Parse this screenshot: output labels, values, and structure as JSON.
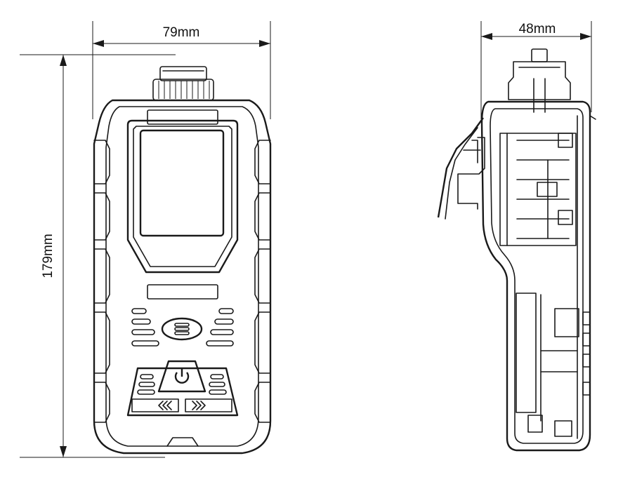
{
  "dimensions": {
    "width_label": "79mm",
    "height_label": "179mm",
    "depth_label": "48mm"
  },
  "keypad": {
    "power_icon": "power-icon",
    "left_icon": "chevrons-left-icon",
    "right_icon": "chevrons-right-icon"
  },
  "colors": {
    "line": "#1a1a1a",
    "background": "#ffffff"
  }
}
